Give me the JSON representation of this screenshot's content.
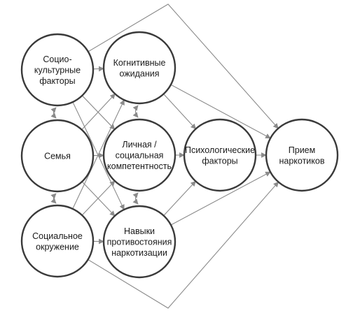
{
  "nodes": {
    "socio": {
      "lines": [
        "Социо-",
        "культурные",
        "факторы"
      ]
    },
    "family": {
      "lines": [
        "Семья"
      ]
    },
    "social_env": {
      "lines": [
        "Социальное",
        "окружение"
      ]
    },
    "cognitive": {
      "lines": [
        "Когнитивные",
        "ожидания"
      ]
    },
    "competence": {
      "lines": [
        "Личная /",
        "социальная",
        "компетентность"
      ]
    },
    "resistance": {
      "lines": [
        "Навыки",
        "противостояния",
        "наркотизации"
      ]
    },
    "psych": {
      "lines": [
        "Психологические",
        "факторы"
      ]
    },
    "drug_use": {
      "lines": [
        "Прием",
        "наркотиков"
      ]
    }
  },
  "edges": [
    {
      "from": "socio",
      "to": "cognitive"
    },
    {
      "from": "socio",
      "to": "competence"
    },
    {
      "from": "socio",
      "to": "resistance"
    },
    {
      "from": "family",
      "to": "cognitive"
    },
    {
      "from": "family",
      "to": "competence"
    },
    {
      "from": "family",
      "to": "resistance"
    },
    {
      "from": "social_env",
      "to": "cognitive"
    },
    {
      "from": "social_env",
      "to": "competence"
    },
    {
      "from": "social_env",
      "to": "resistance"
    },
    {
      "from": "cognitive",
      "to": "psych"
    },
    {
      "from": "cognitive",
      "to": "drug_use"
    },
    {
      "from": "competence",
      "to": "psych"
    },
    {
      "from": "resistance",
      "to": "psych"
    },
    {
      "from": "resistance",
      "to": "drug_use"
    },
    {
      "from": "psych",
      "to": "drug_use"
    },
    {
      "from": "socio",
      "to": "drug_use",
      "via": "top"
    },
    {
      "from": "social_env",
      "to": "drug_use",
      "via": "bottom"
    }
  ],
  "bidirectional_links": [
    {
      "a": "socio",
      "b": "family"
    },
    {
      "a": "family",
      "b": "social_env"
    },
    {
      "a": "cognitive",
      "b": "competence"
    },
    {
      "a": "competence",
      "b": "resistance"
    }
  ]
}
